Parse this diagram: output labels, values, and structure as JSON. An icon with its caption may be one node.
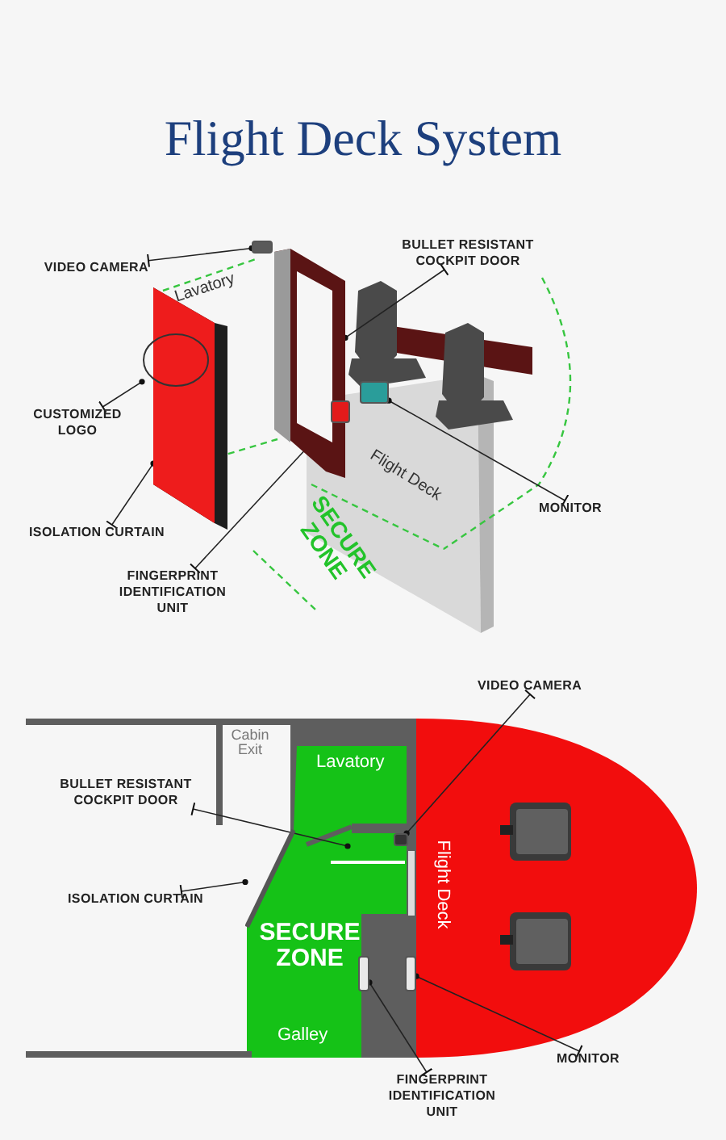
{
  "diagram": {
    "title": "Flight Deck System",
    "nodes": [
      {
        "text": [
          "VIDEO CAMERA"
        ]
      },
      {
        "text": [],
        "shape": "box"
      },
      {
        "text": [
          "BULLET RESISTANT COCKPIT DOOR"
        ]
      },
      {
        "text": [],
        "shape": "box"
      },
      {
        "text": [
          "CUSTOMIZED LOGO"
        ]
      },
      {
        "text": [],
        "shape": "circle"
      },
      {
        "text": [],
        "shape": "box"
      },
      {
        "text": [
          "MONITOR"
        ]
      },
      {
        "text": [],
        "shape": "box"
      },
      {
        "text": [
          "ISOLATION CURTAIN"
        ]
      },
      {
        "text": [],
        "shape": "box"
      },
      {
        "text": [
          "FINGERPRINT IDENTIFICATION UNIT"
        ]
      },
      {
        "text": [
          "VIDEO CAMERA"
        ]
      },
      {
        "text": [],
        "shape": "box"
      },
      {
        "text": [
          "BULLET RESISTANT COCKPIT DOOR"
        ]
      },
      {
        "text": [],
        "shape": "bar"
      },
      {
        "text": [
          "ISOLATION CURTAIN"
        ]
      },
      {
        "text": [],
        "shape": "bar"
      },
      {
        "text": [],
        "shape": "box"
      },
      {
        "text": [],
        "shape": "box"
      },
      {
        "text": [
          "MONITOR"
        ]
      },
      {
        "text": [
          "FINGERPRINT IDENTIFICATION UNIT"
        ]
      }
    ],
    "edges": [
      {
        "from": 0,
        "to": 1,
        "arrow": "other"
      },
      {
        "from": 2,
        "to": 3,
        "arrow": "other"
      },
      {
        "from": 4,
        "to": 5,
        "arrow": "other"
      },
      {
        "from": 9,
        "to": 6,
        "arrow": "other"
      },
      {
        "from": 11,
        "to": 10,
        "arrow": "other"
      },
      {
        "from": 7,
        "to": 8,
        "arrow": "other"
      },
      {
        "from": 12,
        "to": 13,
        "arrow": "other"
      },
      {
        "from": 14,
        "to": 17,
        "arrow": "other"
      },
      {
        "from": 16,
        "to": 15,
        "arrow": "other"
      },
      {
        "from": 21,
        "to": 18,
        "arrow": "other"
      },
      {
        "from": 20,
        "to": 19,
        "arrow": "other"
      }
    ],
    "labels": [
      "Lavatory",
      "Flight Deck",
      "SECURE ZONE",
      "Cabin Exit",
      "Lavatory",
      "Flight Deck",
      "SECURE ZONE",
      "Galley"
    ]
  }
}
